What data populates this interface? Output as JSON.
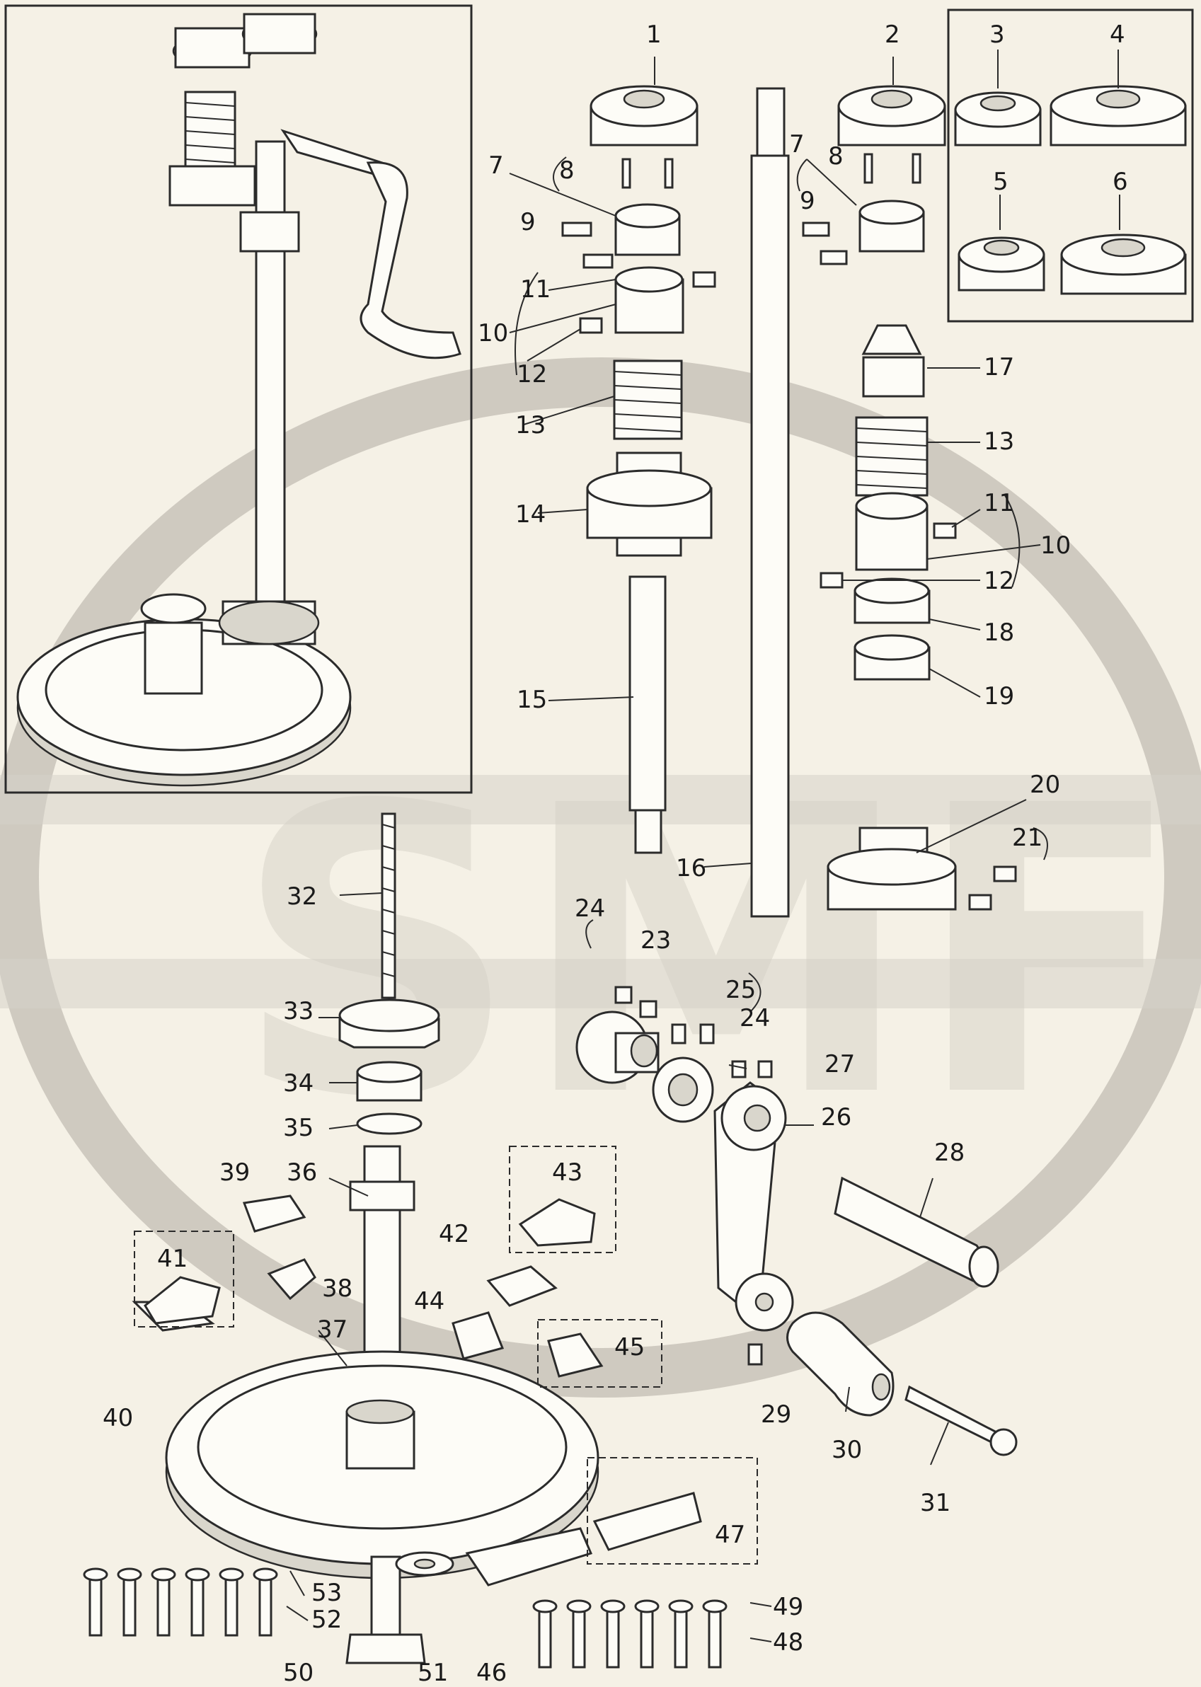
{
  "watermark": {
    "text": "SMF",
    "color": "#cfcac0"
  },
  "colors": {
    "paper": "#f5f1e6",
    "ink": "#2b2b2b"
  },
  "labels": {
    "p1": "1",
    "p2": "2",
    "p3": "3",
    "p4": "4",
    "p5": "5",
    "p6": "6",
    "p7a": "7",
    "p7b": "7",
    "p8a": "8",
    "p8b": "8",
    "p9a": "9",
    "p9b": "9",
    "p10a": "10",
    "p10b": "10",
    "p11a": "11",
    "p11b": "11",
    "p12a": "12",
    "p12b": "12",
    "p13a": "13",
    "p13b": "13",
    "p14": "14",
    "p15": "15",
    "p16": "16",
    "p17": "17",
    "p18": "18",
    "p19": "19",
    "p20": "20",
    "p21": "21",
    "p23": "23",
    "p24a": "24",
    "p24b": "24",
    "p25": "25",
    "p26": "26",
    "p27": "27",
    "p28": "28",
    "p29": "29",
    "p30": "30",
    "p31": "31",
    "p32": "32",
    "p33": "33",
    "p34": "34",
    "p35": "35",
    "p36": "36",
    "p37": "37",
    "p38": "38",
    "p39": "39",
    "p40": "40",
    "p41": "41",
    "p42": "42",
    "p43": "43",
    "p44": "44",
    "p45": "45",
    "p46": "46",
    "p47": "47",
    "p48": "48",
    "p49": "49",
    "p50": "50",
    "p51": "51",
    "p52": "52",
    "p53": "53"
  }
}
